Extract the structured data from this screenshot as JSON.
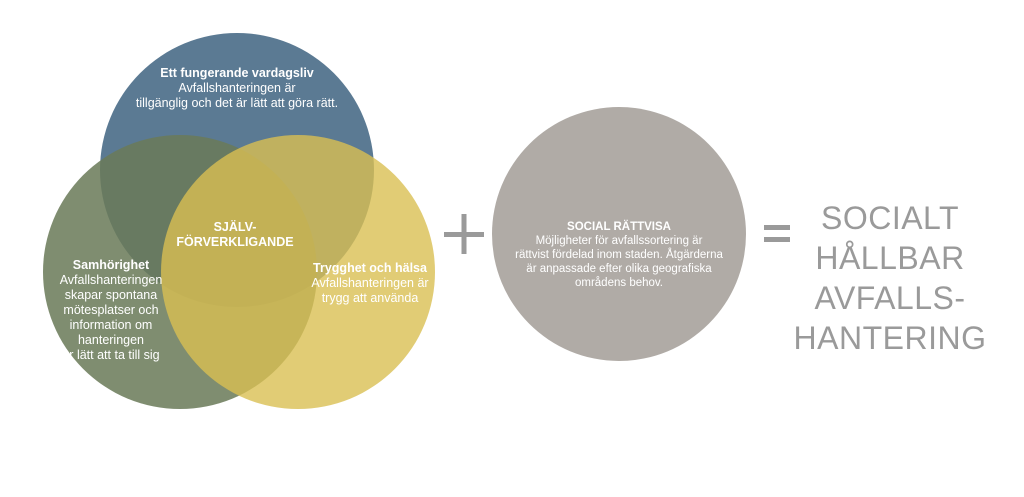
{
  "colors": {
    "blue": "#5b7a93",
    "green": "#6a7a58",
    "yellow": "#d9bf52",
    "gray": "#b0aba6",
    "operator": "#9a9a9a"
  },
  "circle_top": {
    "title": "Ett fungerande vardagsliv",
    "lines": [
      "Avfallshanteringen är",
      "tillgänglig och det är lätt att göra rätt."
    ]
  },
  "circle_left": {
    "title": "Samhörighet",
    "lines": [
      "Avfallshanteringen",
      "skapar spontana",
      "mötesplatser och",
      "information om",
      "hanteringen",
      "är lätt att ta till sig"
    ]
  },
  "circle_right": {
    "title": "Trygghet och hälsa",
    "lines": [
      "Avfallshanteringen är",
      "trygg att använda"
    ]
  },
  "center": {
    "lines": [
      "SJÄLV-",
      "FÖRVERKLIGANDE"
    ]
  },
  "plus_symbol": "+",
  "equals_symbol": "=",
  "circle_social": {
    "title": "SOCIAL RÄTTVISA",
    "lines": [
      "Möjligheter för avfallssortering är",
      "rättvist fördelad inom staden. Åtgärderna",
      "är anpassade efter olika geografiska",
      "områdens behov."
    ]
  },
  "result": {
    "lines": [
      "SOCIALT",
      "HÅLLBAR",
      "AVFALLS-",
      "HANTERING"
    ]
  }
}
